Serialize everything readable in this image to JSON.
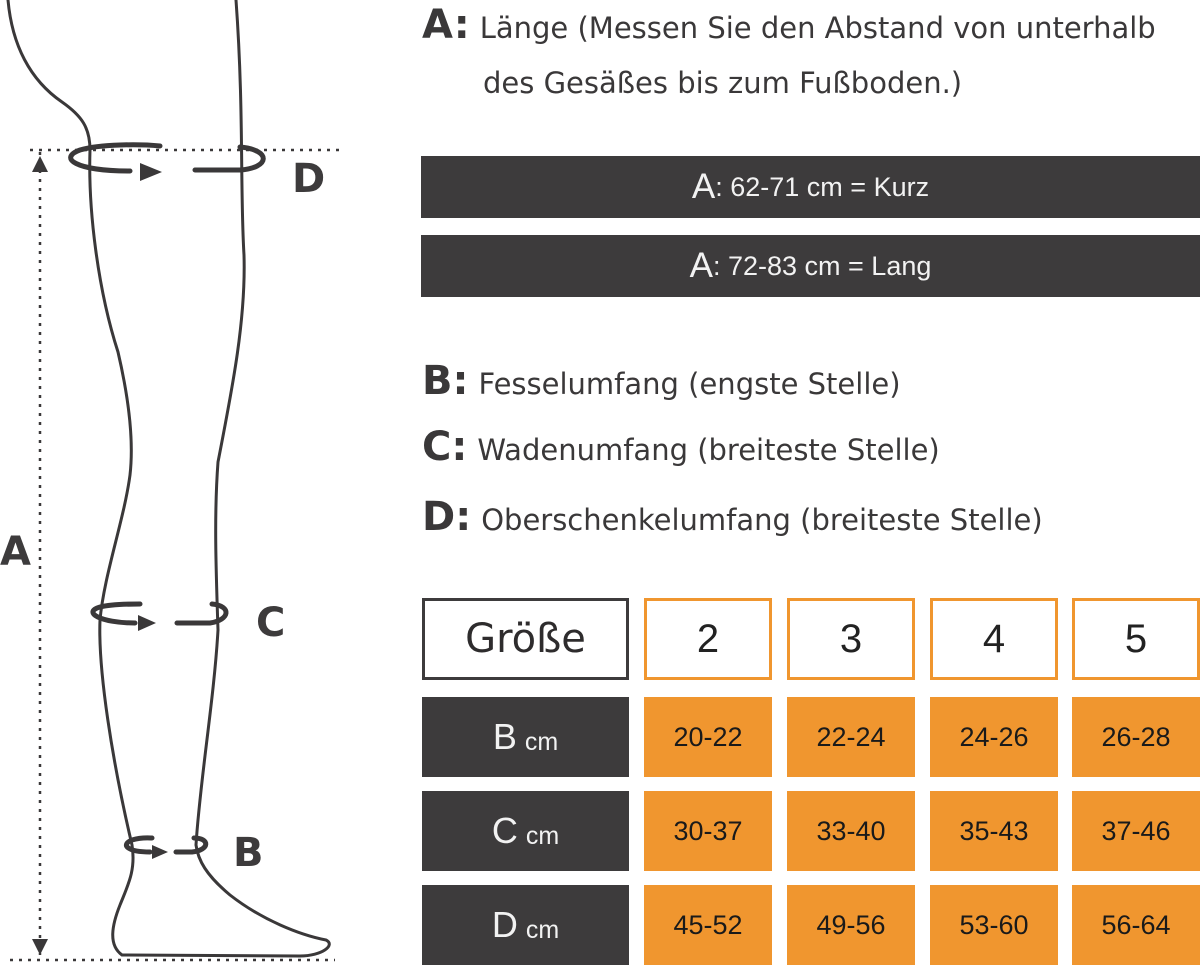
{
  "diagram": {
    "labels": {
      "A": "A",
      "B": "B",
      "C": "C",
      "D": "D"
    }
  },
  "definitions": {
    "A": {
      "key": "A:",
      "text_line1": "Länge (Messen Sie den Abstand von unterhalb",
      "text_line2": "des Gesäßes bis zum Fußboden.)"
    },
    "B": {
      "key": "B:",
      "text": "Fesselumfang (engste Stelle)"
    },
    "C": {
      "key": "C:",
      "text": "Wadenumfang (breiteste Stelle)"
    },
    "D": {
      "key": "D:",
      "text": "Oberschenkelumfang (breiteste Stelle)"
    }
  },
  "lengths": [
    {
      "letter": "A",
      "text": ": 62-71 cm = Kurz"
    },
    {
      "letter": "A",
      "text": ": 72-83 cm = Lang"
    }
  ],
  "size_table": {
    "header_label": "Größe",
    "sizes": [
      "2",
      "3",
      "4",
      "5"
    ],
    "unit": "cm",
    "rows": [
      {
        "label": "B",
        "values": [
          "20-22",
          "22-24",
          "24-26",
          "26-28"
        ]
      },
      {
        "label": "C",
        "values": [
          "30-37",
          "33-40",
          "35-43",
          "37-46"
        ]
      },
      {
        "label": "D",
        "values": [
          "45-52",
          "49-56",
          "53-60",
          "56-64"
        ]
      }
    ]
  },
  "colors": {
    "dark": "#3d3b3c",
    "accent": "#f0962f",
    "text": "#3a3839"
  }
}
